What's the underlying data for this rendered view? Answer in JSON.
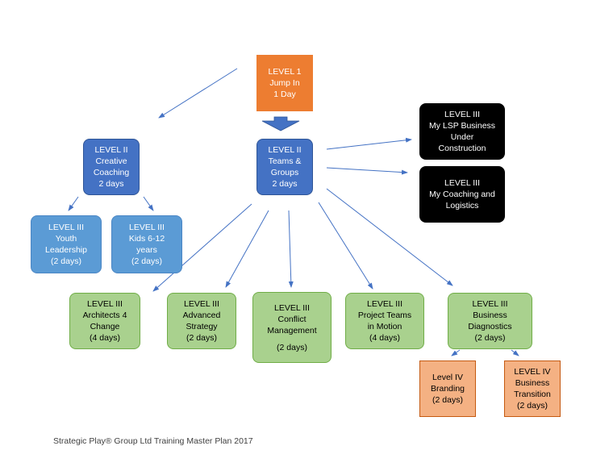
{
  "nodes": {
    "level1": [
      "LEVEL 1",
      "Jump In",
      "1 Day"
    ],
    "creative": [
      "LEVEL II",
      "Creative",
      "Coaching",
      "2 days"
    ],
    "teams": [
      "LEVEL II",
      "Teams &",
      "Groups",
      "2 days"
    ],
    "lsp": [
      "LEVEL III",
      "My LSP Business",
      "Under",
      "Construction"
    ],
    "coaching_logistics": [
      "LEVEL III",
      "My Coaching and",
      "Logistics"
    ],
    "youth": [
      "LEVEL III",
      "Youth",
      "Leadership",
      "(2 days)"
    ],
    "kids": [
      "LEVEL III",
      "Kids 6-12",
      "years",
      "(2 days)"
    ],
    "architects": [
      "LEVEL III",
      "Architects 4",
      "Change",
      "(4 days)"
    ],
    "advanced": [
      "LEVEL III",
      "Advanced",
      "Strategy",
      "(2 days)"
    ],
    "conflict": [
      "LEVEL III",
      "Conflict",
      "Management",
      "(2 days)"
    ],
    "project": [
      "LEVEL III",
      "Project Teams",
      "in Motion",
      "(4 days)"
    ],
    "diagnostics": [
      "LEVEL III",
      "Business",
      "Diagnostics",
      "(2 days)"
    ],
    "branding": [
      "Level IV",
      "Branding",
      "(2 days)"
    ],
    "transition": [
      "LEVEL IV",
      "Business",
      "Transition",
      "(2 days)"
    ]
  },
  "footer": "Strategic Play® Group Ltd Training Master Plan 2017",
  "colors": {
    "orange": "#ed7d31",
    "blue_dark": "#4472c4",
    "blue_light": "#5b9bd5",
    "black": "#000000",
    "green": "#a9d18e",
    "salmon": "#f4b183",
    "arrow": "#4472c4"
  }
}
